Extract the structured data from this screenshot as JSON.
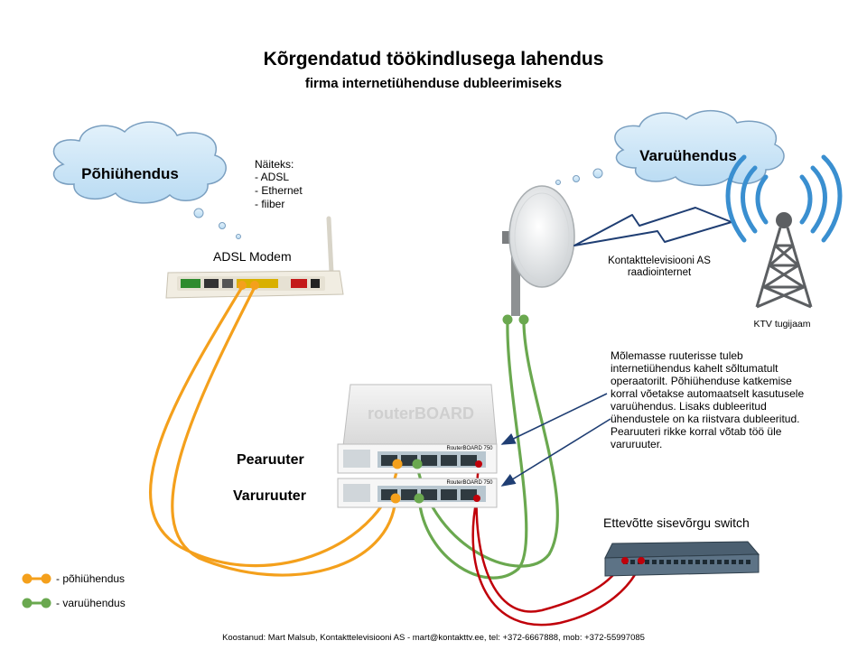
{
  "title": "Kõrgendatud töökindlusega lahendus",
  "subtitle": "firma internetiühenduse dubleerimiseks",
  "clouds": {
    "primary": "Põhiühendus",
    "backup": "Varuühendus"
  },
  "examples": {
    "heading": "Näiteks:",
    "items": [
      "- ADSL",
      "- Ethernet",
      "- fiiber"
    ]
  },
  "modem_label": "ADSL Modem",
  "radio_label": [
    "Kontakttelevisiooni AS",
    "raadiointernet"
  ],
  "tower_label": "KTV tugijaam",
  "router_brand": "routerBOARD",
  "router_model": "RouterBOARD 750",
  "main_router_label": "Pearuuter",
  "backup_router_label": "Varuruuter",
  "description_lines": [
    "Mõlemasse ruuterisse tuleb",
    "internetiühendus kahelt sõltumatult",
    "operaatorilt. Põhiühenduse katkemise",
    "korral võetakse automaatselt kasutusele",
    "varuühendus. Lisaks dubleeritud",
    "ühendustele on ka riistvara dubleeritud.",
    "Pearuuteri rikke korral võtab töö üle",
    "varuruuter."
  ],
  "switch_label": "Ettevõtte sisevõrgu switch",
  "legend": {
    "primary": "- põhiühendus",
    "backup": "- varuühendus"
  },
  "footer": "Koostanud: Mart Malsub, Kontakttelevisiooni AS - mart@kontakttv.ee, tel: +372-6667888, mob: +372-55997085",
  "colors": {
    "primary_line": "#f4a01c",
    "backup_line": "#6aa84f",
    "lan_line": "#c0000a",
    "cloud_fill": "#cfe6f7",
    "cloud_stroke": "#7a9fc0",
    "arrow": "#1f3e73"
  }
}
